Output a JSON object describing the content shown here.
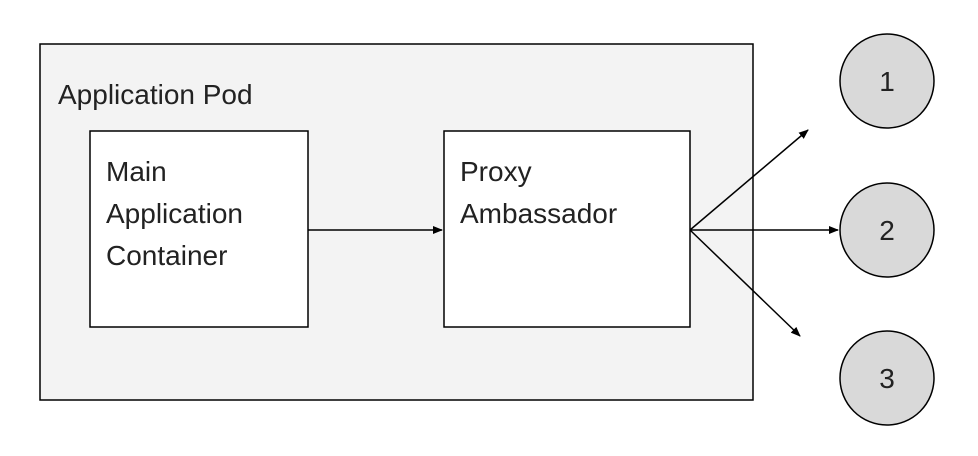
{
  "pod": {
    "label": "Application Pod"
  },
  "main_container": {
    "lines": [
      "Main",
      "Application",
      "Container"
    ]
  },
  "proxy": {
    "lines": [
      "Proxy",
      "Ambassador"
    ]
  },
  "services": [
    {
      "label": "1"
    },
    {
      "label": "2"
    },
    {
      "label": "3"
    }
  ],
  "colors": {
    "pod_fill": "#f3f3f3",
    "circle_fill": "#d9d9d9",
    "stroke": "#000000",
    "text": "#222222"
  }
}
